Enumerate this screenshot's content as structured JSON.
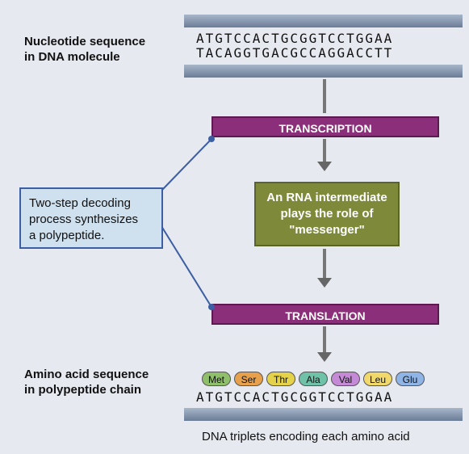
{
  "labels": {
    "dna_title": "Nucleotide sequence\nin DNA molecule",
    "aa_title": "Amino acid sequence\nin polypeptide chain",
    "decoding": "Two-step decoding\nprocess synthesizes\na polypeptide."
  },
  "dna": {
    "top_strand": "ATGTCCACTGCGGTCCTGGAA",
    "bottom_strand": "TACAGGTGACGCCAGGACCTT",
    "triplet_strand": "ATGTCCACTGCGGTCCTGGAA"
  },
  "steps": {
    "transcription": "TRANSCRIPTION",
    "translation": "TRANSLATION"
  },
  "messenger": {
    "line1": "An RNA intermediate",
    "line2": "plays the role of",
    "line3": "\"messenger\""
  },
  "amino_acids": [
    {
      "name": "Met",
      "color": "#8fbf6a"
    },
    {
      "name": "Ser",
      "color": "#e7a04b"
    },
    {
      "name": "Thr",
      "color": "#e4d24a"
    },
    {
      "name": "Ala",
      "color": "#6fc2a8"
    },
    {
      "name": "Val",
      "color": "#c48ad6"
    },
    {
      "name": "Leu",
      "color": "#f0d86c"
    },
    {
      "name": "Glu",
      "color": "#8fb4e6"
    }
  ],
  "caption": "DNA triplets encoding each amino acid"
}
